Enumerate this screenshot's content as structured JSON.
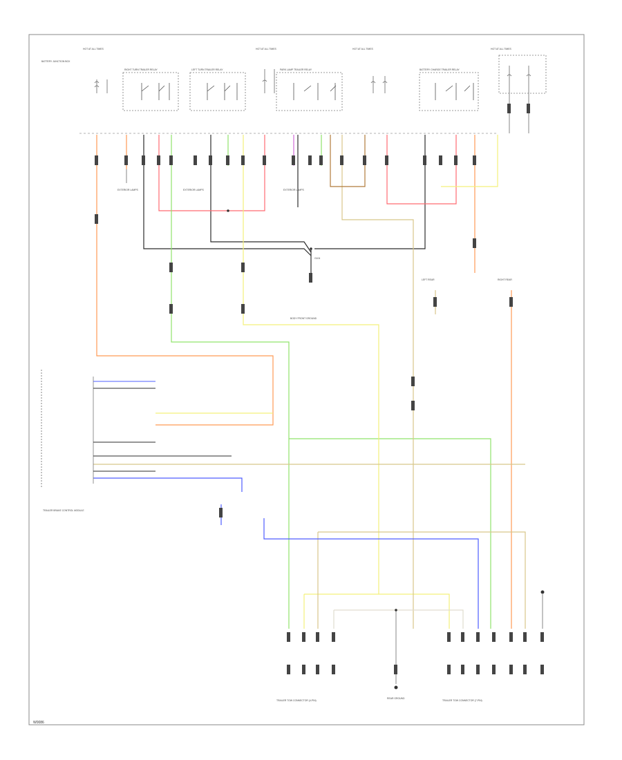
{
  "footer": {
    "code": "W0086"
  },
  "colors": {
    "black": "#2b2b2b",
    "orange": "#ff9a55",
    "red": "#ff6a72",
    "green": "#8fe36a",
    "yellow": "#f4f07a",
    "tan": "#d8c68a",
    "brown": "#b07a3a",
    "violet": "#d36bd8",
    "blue": "#4d5cff",
    "grey": "#9b9b9b"
  },
  "labels": {
    "battery_junction_box": "BATTERY JUNCTION BOX",
    "hot_at_all_times": "HOT AT ALL TIMES",
    "right_turn_relay": "RIGHT TURN TRAILER RELAY",
    "left_turn_relay": "LEFT TURN TRAILER RELAY",
    "park_lamp_relay": "PARK LAMP TRAILER RELAY",
    "battery_charge_relay": "BATTERY CHARGE TRAILER RELAY",
    "exterior_lamps": "EXTERIOR LAMPS",
    "ground": "G104",
    "body_front_ground": "BODY FRONT GROUND",
    "left_rear": "LEFT REAR",
    "right_rear": "RIGHT REAR",
    "tow_module": "TRAILER BRAKE CONTROL MODULE",
    "rear_connector_4pin": "TRAILER TOW CONNECTOR (4-PIN)",
    "rear_connector_7pin": "TRAILER TOW CONNECTOR (7-PIN)",
    "rear_ground": "REAR GROUND"
  }
}
